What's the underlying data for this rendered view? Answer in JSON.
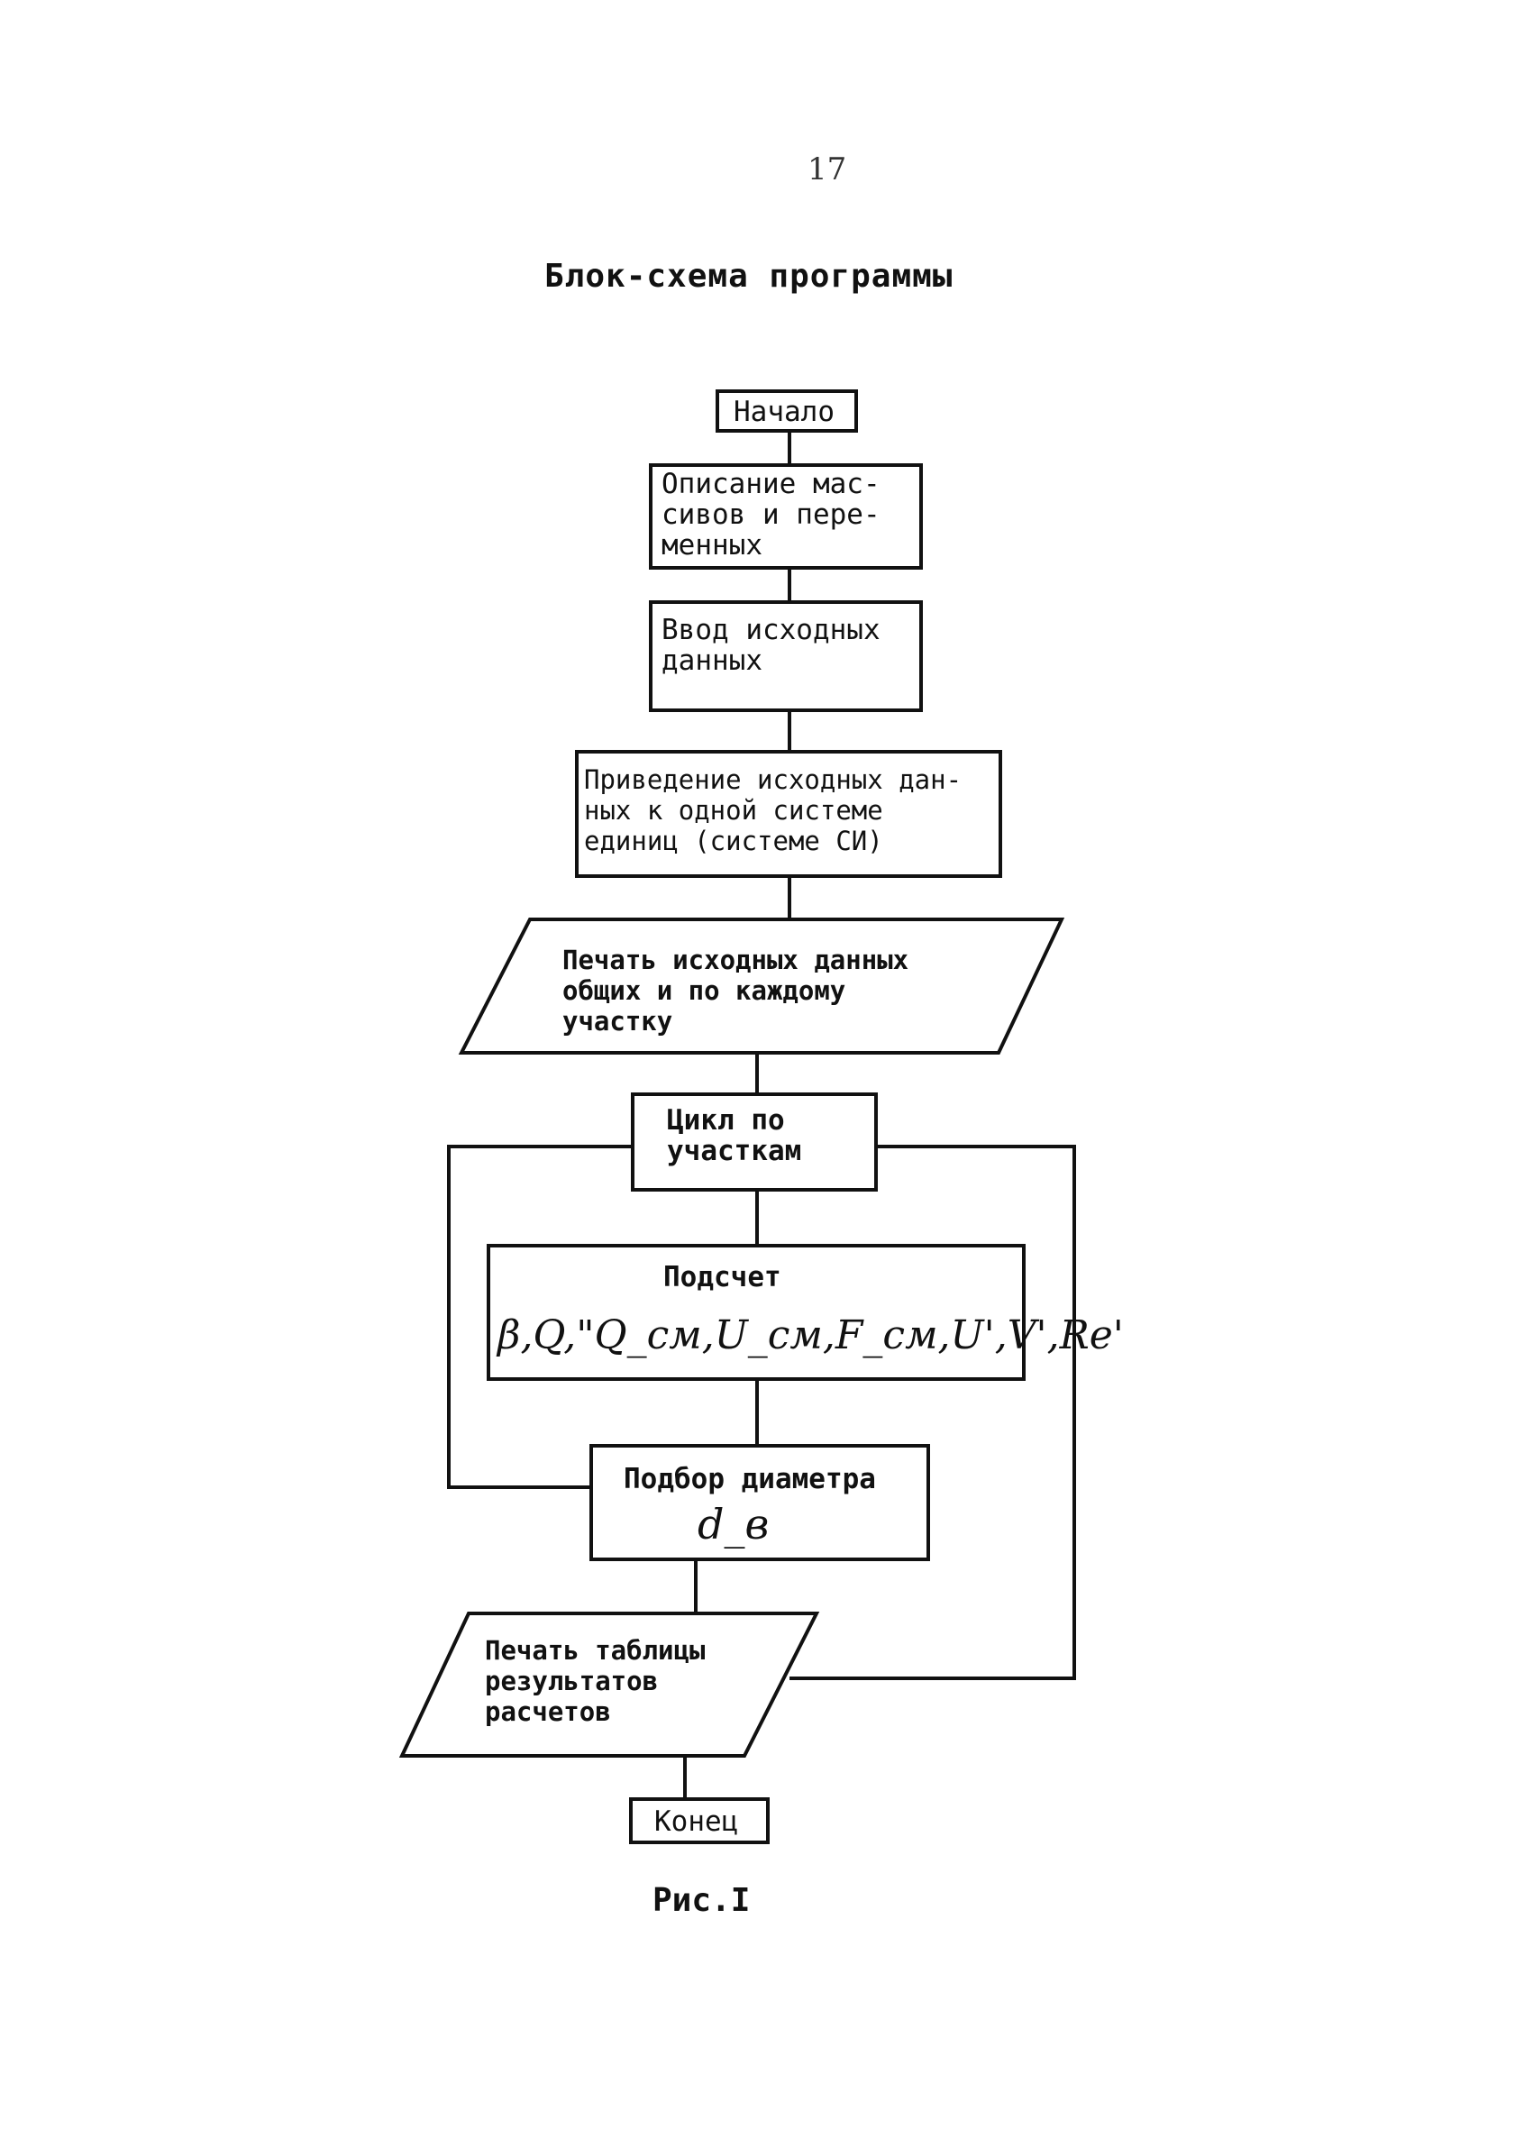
{
  "page_number": "17",
  "title": "Блок-схема программы",
  "caption": "Рис.I",
  "nodes": {
    "start": "Начало",
    "declare": "Описание мас-\nсивов и пере-\nменных",
    "input": "Ввод исходных\nданных",
    "convert": "Приведение исходных дан-\nных к одной системе\nединиц (системе СИ)",
    "print_input": "Печать исходных данных\nобщих и по каждому\nучастку",
    "loop": "Цикл по\nучасткам",
    "calc": "Подсчет",
    "calc_formula": "β,Q,\"Q_см,U_см,F_см,U',V',Re'",
    "select": "Подбор диаметра",
    "select_var": "d_в",
    "print_results": "Печать таблицы\nрезультатов\nрасчетов",
    "end": "Конец"
  }
}
